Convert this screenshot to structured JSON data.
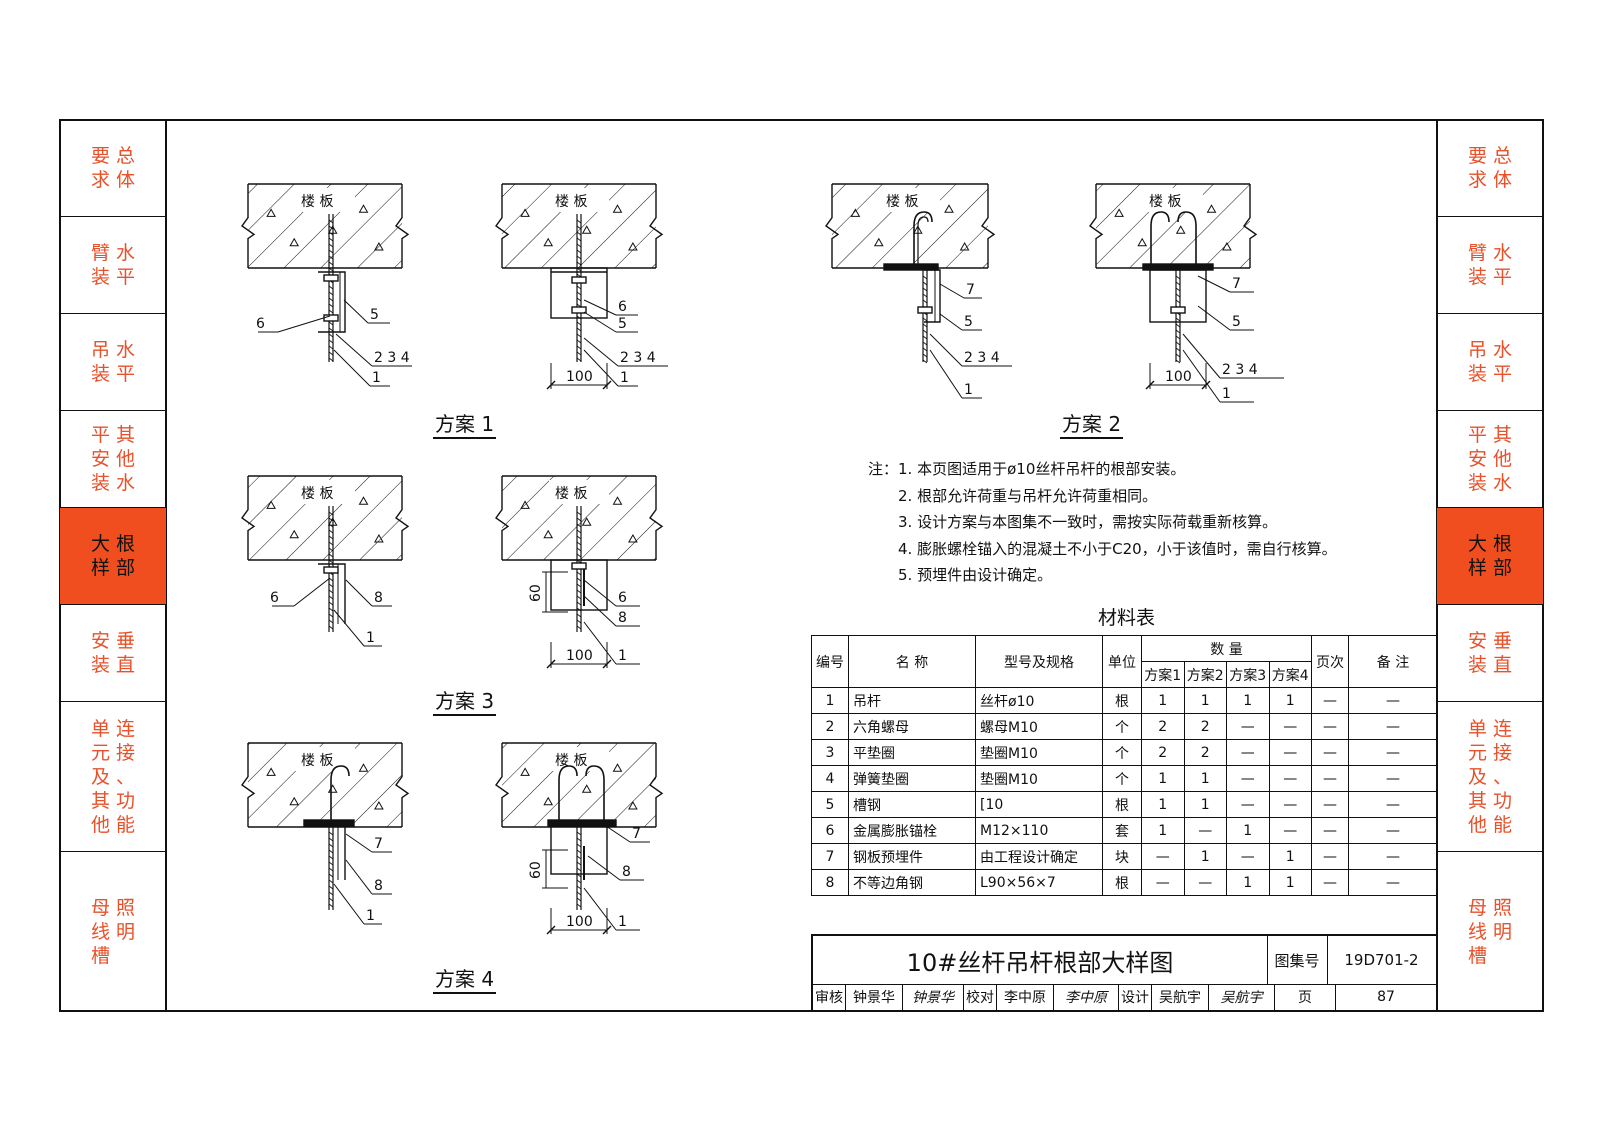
{
  "side_tabs": [
    {
      "text": "总体要求",
      "col_right": "总体",
      "col_left": "要求",
      "active": false
    },
    {
      "text": "水平臂装",
      "col_right": "水平",
      "col_left": "臂装",
      "active": false
    },
    {
      "text": "水平吊装",
      "col_right": "水平",
      "col_left": "吊装",
      "active": false
    },
    {
      "text": "其他平安装水",
      "col_right": "其他水",
      "col_left": "平安装",
      "active": false
    },
    {
      "text": "根部大样",
      "col_right": "根部",
      "col_left": "大样",
      "active": true
    },
    {
      "text": "垂直安装",
      "col_right": "垂直",
      "col_left": "安装",
      "active": false
    },
    {
      "text": "连接、功能单元及其他",
      "col_right": "连接、功能",
      "col_left": "单元及其他",
      "active": false
    },
    {
      "text": "照明母线槽",
      "col_right": "照明",
      "col_left": "母线槽",
      "active": false
    }
  ],
  "labels": {
    "slab": "楼 板",
    "dim_100": "100",
    "dim_60": "60",
    "n1": "1",
    "n5": "5",
    "n6": "6",
    "n7": "7",
    "n8": "8",
    "n234": "2 3 4"
  },
  "schemes": {
    "s1": "方案 1",
    "s2": "方案 2",
    "s3": "方案 3",
    "s4": "方案 4"
  },
  "notes": {
    "prefix": "注：",
    "items": [
      "1. 本页图适用于ø10丝杆吊杆的根部安装。",
      "2. 根部允许荷重与吊杆允许荷重相同。",
      "3. 设计方案与本图集不一致时，需按实际荷载重新核算。",
      "4. 膨胀螺栓锚入的混凝土不小于C20，小于该值时，需自行核算。",
      "5. 预埋件由设计确定。"
    ]
  },
  "materials": {
    "title": "材料表",
    "headers": {
      "no": "编号",
      "name": "名  称",
      "spec": "型号及规格",
      "unit": "单位",
      "qty": "数  量",
      "page": "页次",
      "remark": "备  注",
      "plans": [
        "方案1",
        "方案2",
        "方案3",
        "方案4"
      ]
    },
    "rows": [
      {
        "no": "1",
        "name": "吊杆",
        "spec": "丝杆ø10",
        "unit": "根",
        "q": [
          "1",
          "1",
          "1",
          "1"
        ],
        "page": "—",
        "remark": "—"
      },
      {
        "no": "2",
        "name": "六角螺母",
        "spec": "螺母M10",
        "unit": "个",
        "q": [
          "2",
          "2",
          "—",
          "—"
        ],
        "page": "—",
        "remark": "—"
      },
      {
        "no": "3",
        "name": "平垫圈",
        "spec": "垫圈M10",
        "unit": "个",
        "q": [
          "2",
          "2",
          "—",
          "—"
        ],
        "page": "—",
        "remark": "—"
      },
      {
        "no": "4",
        "name": "弹簧垫圈",
        "spec": "垫圈M10",
        "unit": "个",
        "q": [
          "1",
          "1",
          "—",
          "—"
        ],
        "page": "—",
        "remark": "—"
      },
      {
        "no": "5",
        "name": "槽钢",
        "spec": "[10",
        "unit": "根",
        "q": [
          "1",
          "1",
          "—",
          "—"
        ],
        "page": "—",
        "remark": "—"
      },
      {
        "no": "6",
        "name": "金属膨胀锚栓",
        "spec": "M12×110",
        "unit": "套",
        "q": [
          "1",
          "—",
          "1",
          "—"
        ],
        "page": "—",
        "remark": "—"
      },
      {
        "no": "7",
        "name": "钢板预埋件",
        "spec": "由工程设计确定",
        "unit": "块",
        "q": [
          "—",
          "1",
          "—",
          "1"
        ],
        "page": "—",
        "remark": "—"
      },
      {
        "no": "8",
        "name": "不等边角钢",
        "spec": "L90×56×7",
        "unit": "根",
        "q": [
          "—",
          "—",
          "1",
          "1"
        ],
        "page": "—",
        "remark": "—"
      }
    ]
  },
  "title_block": {
    "title": "10#丝杆吊杆根部大样图",
    "atlas_label": "图集号",
    "atlas_no": "19D701-2",
    "review_label": "审核",
    "reviewer": "钟景华",
    "reviewer_sig": "钟景华",
    "check_label": "校对",
    "checker": "李中原",
    "checker_sig": "李中原",
    "design_label": "设计",
    "designer": "吴航宇",
    "designer_sig": "吴航宇",
    "page_label": "页",
    "page_no": "87"
  },
  "colors": {
    "accent": "#f04e1e",
    "side_text": "#e8512a",
    "line": "#111111"
  }
}
